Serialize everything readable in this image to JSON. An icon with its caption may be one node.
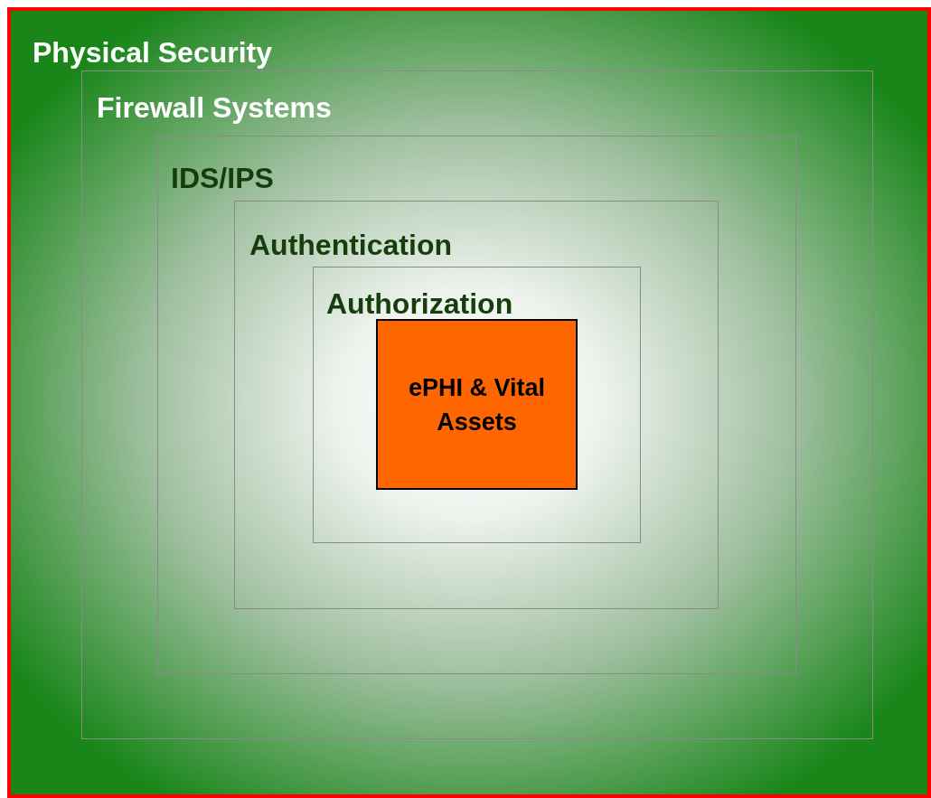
{
  "diagram": {
    "nodes": [
      {
        "text": [
          "Physical Security"
        ]
      },
      {
        "text": [
          "Firewall Systems"
        ],
        "in": 0
      },
      {
        "text": [
          "IDS/IPS"
        ],
        "in": 1
      },
      {
        "text": [
          "Authentication"
        ],
        "in": 2
      },
      {
        "text": [
          "Authorization"
        ],
        "in": 3
      },
      {
        "text": [
          "ePHI & Vital Assets"
        ],
        "in": 4
      }
    ]
  }
}
